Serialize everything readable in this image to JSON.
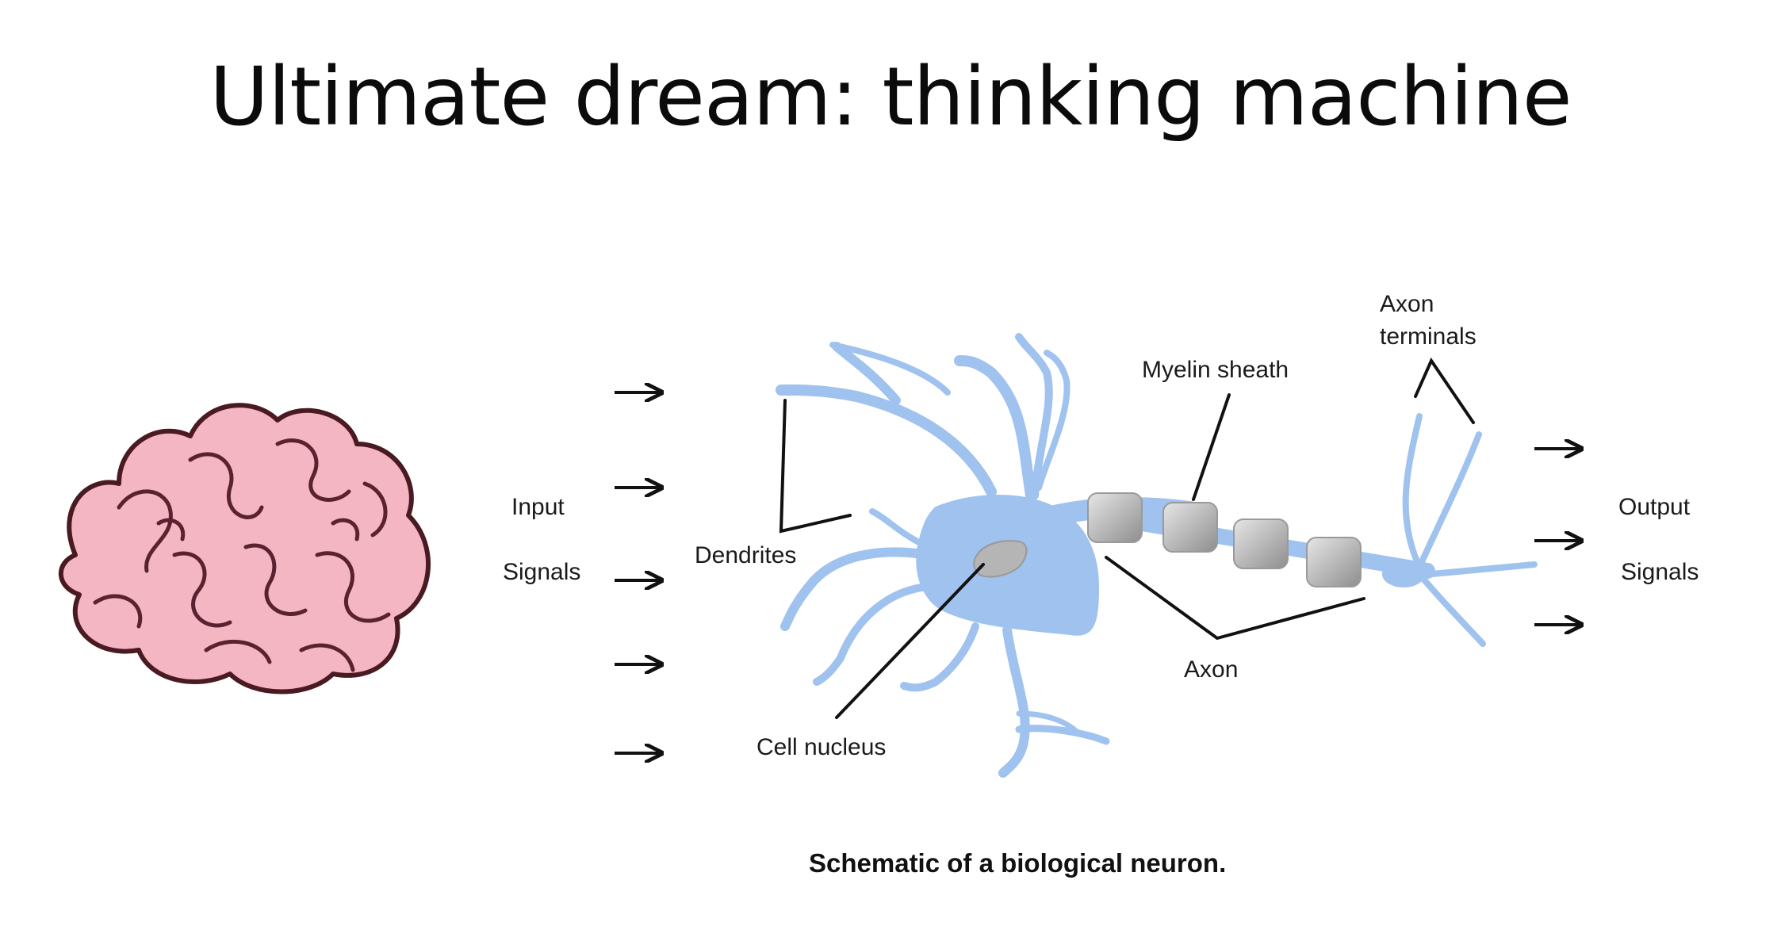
{
  "slide": {
    "title": "Ultimate dream: thinking machine"
  },
  "brain": {
    "icon": "brain-icon",
    "fill": "#f4b6c2",
    "outline": "#4a1a22"
  },
  "neuron": {
    "color": "#9fc2ef",
    "sheath_color": "#b8b8b8",
    "nucleus_color": "#b5b5b5",
    "labels": {
      "input_line1": "Input",
      "input_line2": "Signals",
      "dendrites": "Dendrites",
      "cell_nucleus": "Cell nucleus",
      "myelin_sheath": "Myelin sheath",
      "axon": "Axon",
      "axon_terminals_line1": "Axon",
      "axon_terminals_line2": "terminals",
      "output_line1": "Output",
      "output_line2": "Signals"
    },
    "caption": "Schematic of a biological neuron."
  }
}
